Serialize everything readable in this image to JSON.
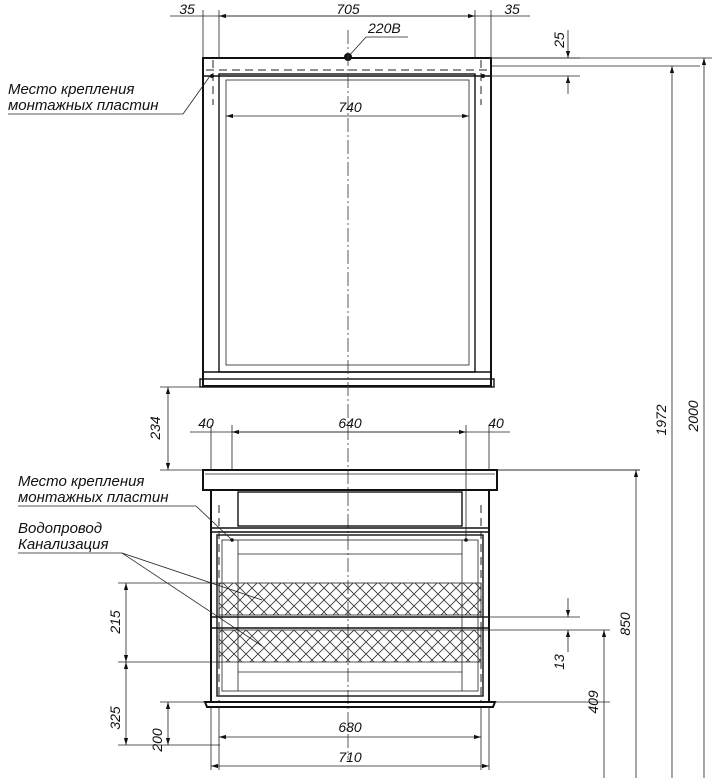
{
  "mirror": {
    "dims": {
      "left_margin": "35",
      "width_inner": "705",
      "right_margin": "35",
      "top": "25",
      "width": "740"
    },
    "power": "220В",
    "mount_label": [
      "Место крепления",
      "монтажных пластин"
    ]
  },
  "gap": "234",
  "cabinet": {
    "dims": {
      "left_margin": "40",
      "span": "640",
      "right_margin": "40",
      "pipe_zone": "215",
      "pipe_bottom": "325",
      "base": "200",
      "inner_width": "680",
      "width": "710",
      "small": "13",
      "drawer_height": "409",
      "top_height": "850"
    },
    "mount_label": [
      "Место крепления",
      "монтажных пластин"
    ],
    "plumbing_label": [
      "Водопровод",
      "Канализация"
    ]
  },
  "overall": {
    "to_mount": "1972",
    "total": "2000"
  }
}
